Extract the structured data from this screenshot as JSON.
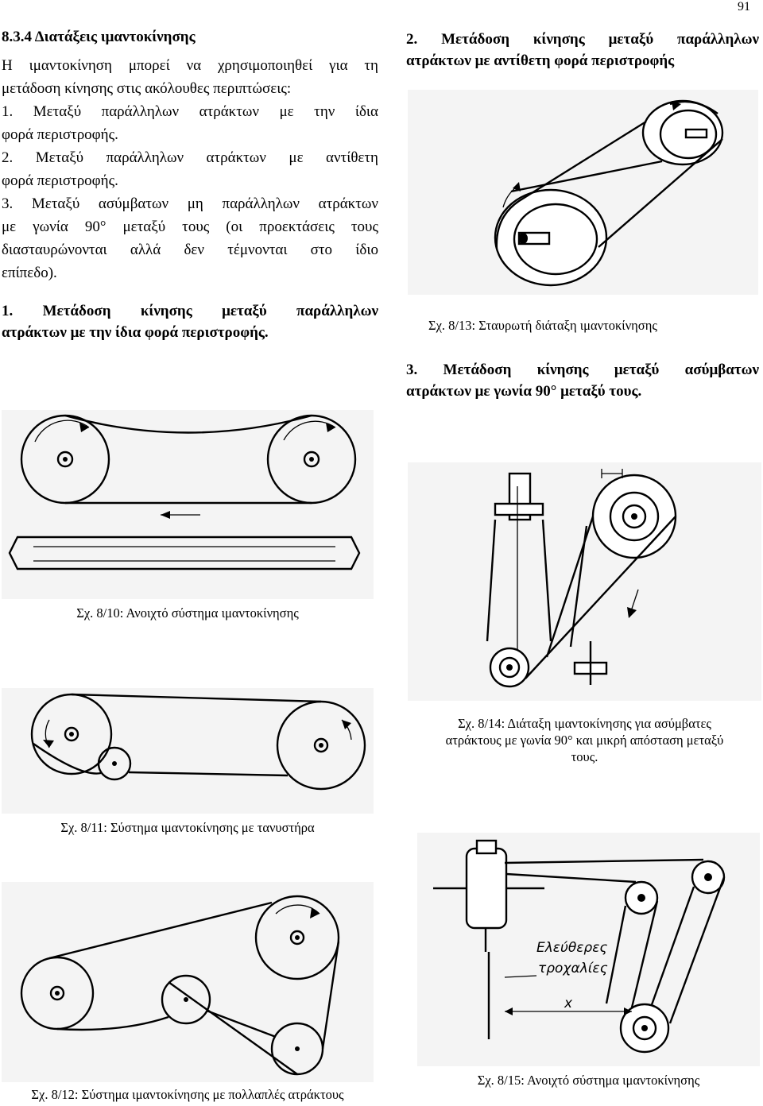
{
  "page_number": "91",
  "left": {
    "section_title": "8.3.4 Διατάξεις ιμαντοκίνησης",
    "intro_lines": [
      "Η ιμαντοκίνηση μπορεί να χρησιμοποιηθεί για τη",
      "μετάδοση κίνησης στις ακόλουθες περιπτώσεις:",
      "1. Μεταξύ παράλληλων ατράκτων με την ίδια",
      "φορά περιστροφής.",
      "2. Μεταξύ παράλληλων ατράκτων με αντίθετη",
      "φορά περιστροφής.",
      "3. Μεταξύ ασύμβατων μη παράλληλων ατράκτων",
      "με γωνία 90° μεταξύ τους (οι προεκτάσεις τους",
      "διασταυρώνονται αλλά δεν τέμνονται στο ίδιο",
      "επίπεδο)."
    ],
    "case1_title_lines": [
      "1. Μετάδοση κίνησης μεταξύ παράλληλων",
      "ατράκτων με την ίδια φορά περιστροφής."
    ],
    "fig_8_10_caption": "Σχ. 8/10: Ανοιχτό σύστημα ιμαντοκίνησης",
    "fig_8_11_caption": "Σχ. 8/11: Σύστημα ιμαντοκίνησης με τανυστήρα",
    "fig_8_12_caption": "Σχ. 8/12: Σύστημα ιμαντοκίνησης με πολλαπλές ατράκτους"
  },
  "right": {
    "case2_title_lines": [
      "2. Μετάδοση κίνησης μεταξύ παράλληλων",
      "ατράκτων με αντίθετη φορά περιστροφής"
    ],
    "fig_8_13_caption": "Σχ. 8/13: Σταυρωτή διάταξη ιμαντοκίνησης",
    "case3_title_lines": [
      "3. Μετάδοση κίνησης μεταξύ ασύμβατων",
      "ατράκτων με γωνία 90° μεταξύ τους."
    ],
    "fig_8_14_caption_lines": [
      "Σχ. 8/14: Διάταξη ιμαντοκίνησης για ασύμβατες",
      "ατράκτους με γωνία 90° και μικρή απόσταση μεταξύ",
      "τους."
    ],
    "fig_8_15_label_lines": [
      "Ελεύθερες",
      "τροχαλίες"
    ],
    "fig_8_15_dimension_label": "x",
    "fig_8_15_caption": "Σχ. 8/15: Ανοιχτό σύστημα ιμαντοκίνησης"
  }
}
